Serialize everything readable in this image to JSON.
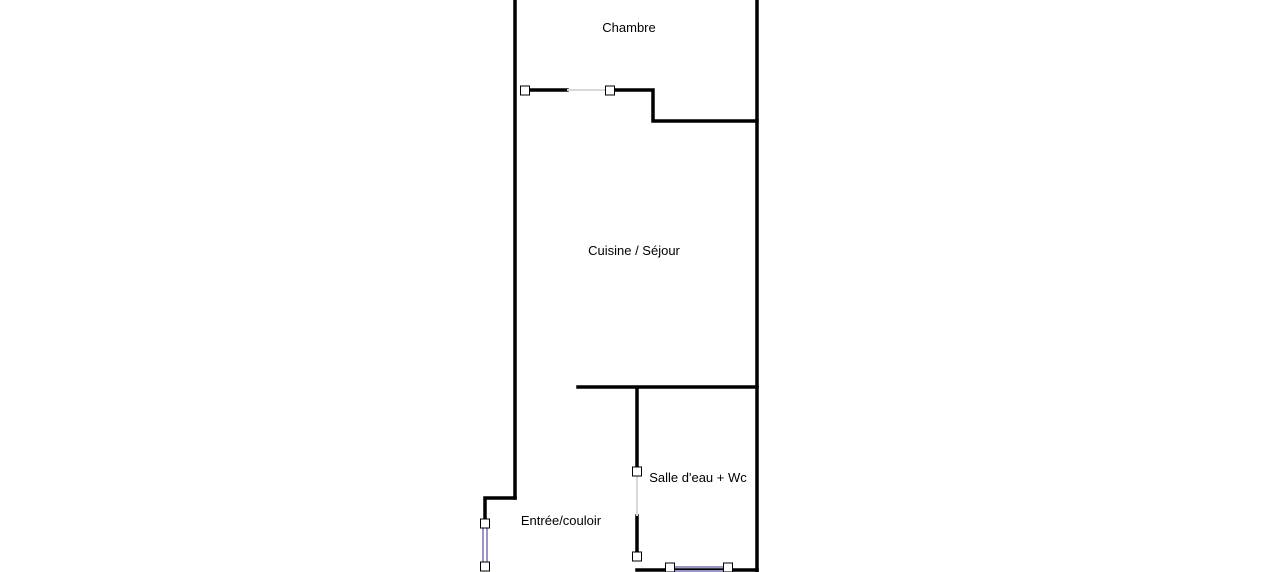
{
  "floor_plan": {
    "rooms": {
      "chambre": {
        "label": "Chambre"
      },
      "cuisine_sejour": {
        "label": "Cuisine / Séjour"
      },
      "salle_eau": {
        "label": "Salle d'eau + Wc"
      },
      "entree": {
        "label": "Entrée/couloir"
      }
    },
    "colors": {
      "wall": "#000000",
      "opening": "#d8d8d8",
      "window": "#9a96c8",
      "background": "#ffffff"
    }
  }
}
